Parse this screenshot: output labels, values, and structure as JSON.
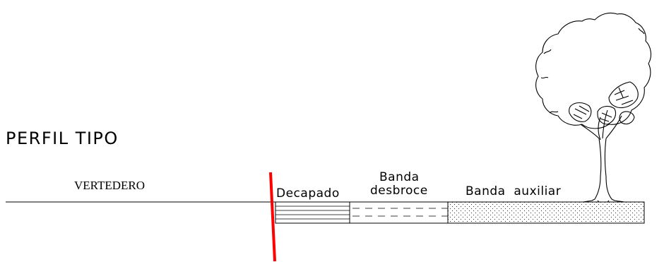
{
  "drawing": {
    "title": "PERFIL TIPO",
    "left_label": "VERTEDERO",
    "bands": [
      {
        "key": "decapado",
        "label_lines": [
          "Decapado"
        ],
        "pattern": "horizontal-lines"
      },
      {
        "key": "desbroce",
        "label_lines": [
          "Banda",
          "desbroce"
        ],
        "pattern": "dashed-lines"
      },
      {
        "key": "auxiliar",
        "label_lines": [
          "Banda  auxiliar"
        ],
        "pattern": "dots"
      }
    ],
    "colors": {
      "linework": "#000000",
      "boundary_marker": "#ff0000",
      "background": "#ffffff"
    },
    "icons": [
      "tree-icon"
    ]
  }
}
